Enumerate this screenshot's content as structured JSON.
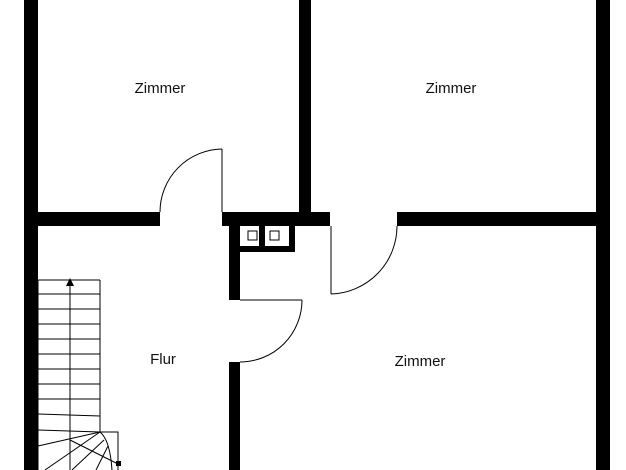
{
  "floorplan": {
    "rooms": [
      {
        "id": "room-top-left",
        "label": "Zimmer"
      },
      {
        "id": "room-top-right",
        "label": "Zimmer"
      },
      {
        "id": "room-bottom-right",
        "label": "Zimmer"
      },
      {
        "id": "hallway",
        "label": "Flur"
      }
    ],
    "colors": {
      "wall": "#000000",
      "background": "#ffffff",
      "line": "#000000"
    }
  }
}
